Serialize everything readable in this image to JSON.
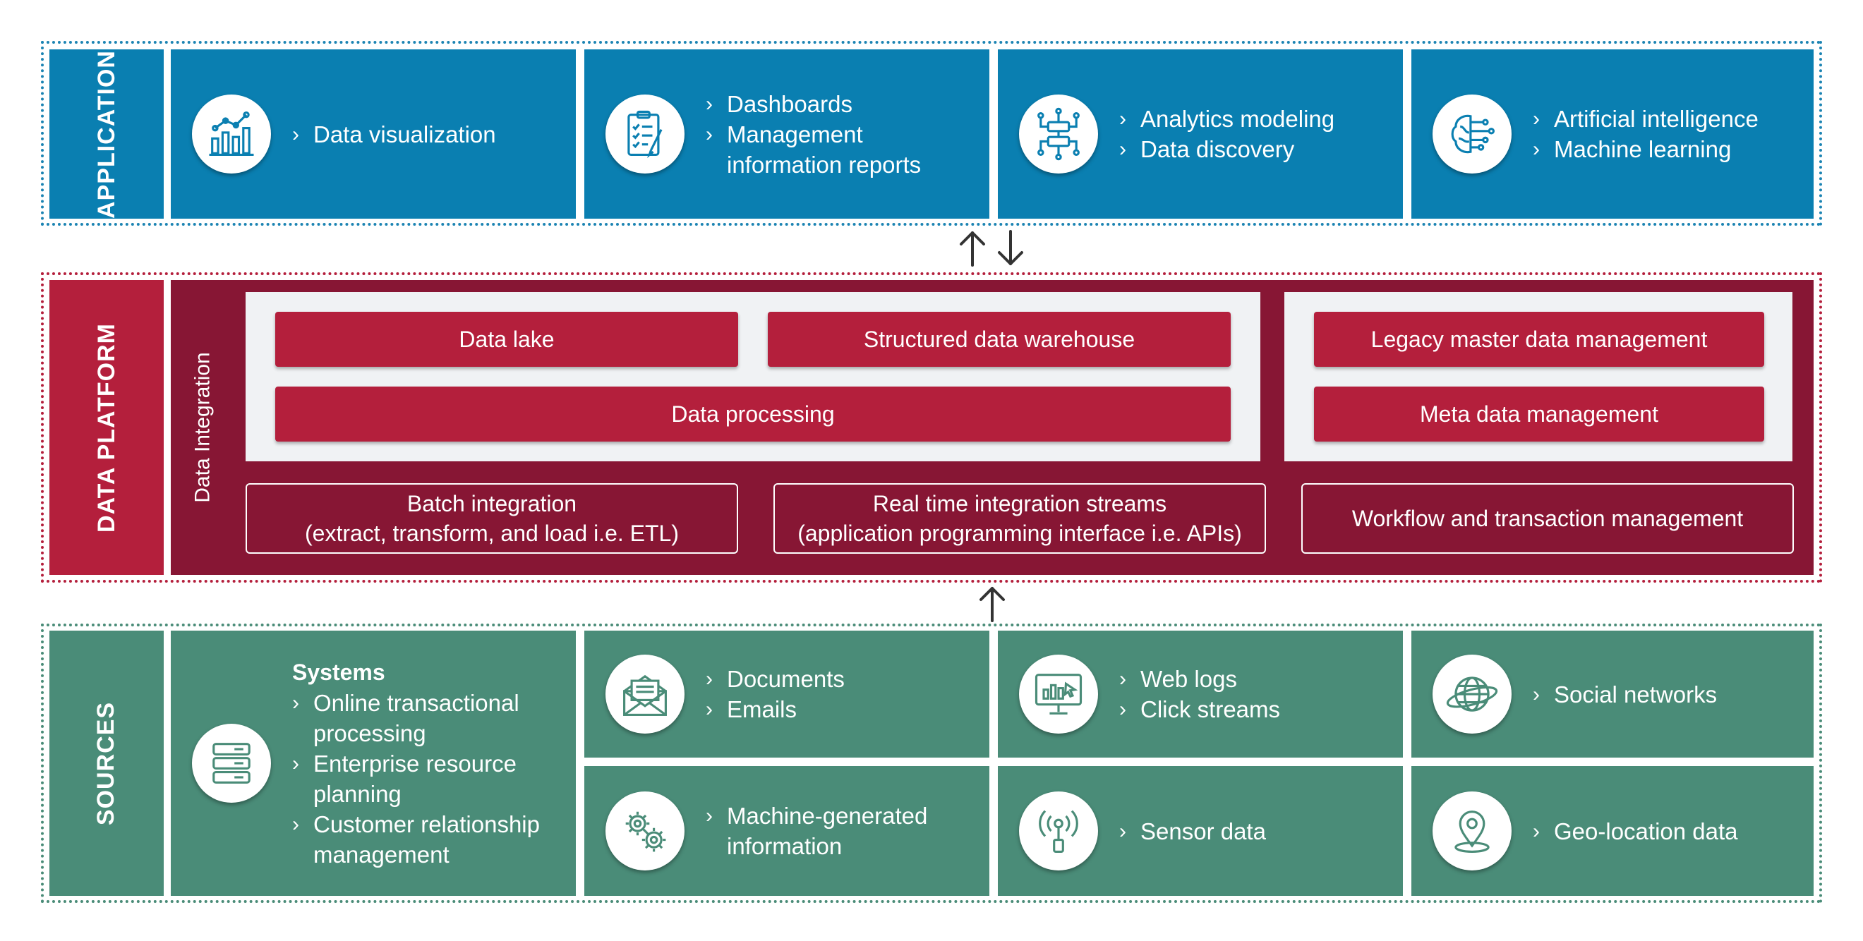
{
  "layers": {
    "application": "APPLICATION",
    "data_platform": "DATA PLATFORM",
    "sources": "SOURCES"
  },
  "application": [
    {
      "icon": "bar-chart-icon",
      "items": [
        "Data visualization"
      ]
    },
    {
      "icon": "clipboard-checklist-icon",
      "items": [
        "Dashboards",
        "Management",
        "information reports"
      ]
    },
    {
      "icon": "circuit-network-icon",
      "items": [
        "Analytics modeling",
        "Data discovery"
      ]
    },
    {
      "icon": "ai-brain-icon",
      "items": [
        "Artificial intelligence",
        "Machine learning"
      ]
    }
  ],
  "data_platform": {
    "integration_label": "Data Integration",
    "storage": [
      "Data lake",
      "Structured data warehouse",
      "Data processing"
    ],
    "management": [
      "Legacy master data management",
      "Meta data management"
    ],
    "integration": [
      {
        "line1": "Batch integration",
        "line2": "(extract, transform, and load i.e. ETL)"
      },
      {
        "line1": "Real time integration streams",
        "line2": "(application programming interface i.e. APIs)"
      },
      {
        "line1": "Workflow and transaction management",
        "line2": ""
      }
    ]
  },
  "sources": {
    "systems": {
      "icon": "server-stack-icon",
      "title": "Systems",
      "items": [
        [
          "Online transactional",
          "processing"
        ],
        [
          "Enterprise resource",
          "planning"
        ],
        [
          "Customer relationship",
          "management"
        ]
      ]
    },
    "tiles": [
      {
        "icon": "envelope-icon",
        "items": [
          "Documents",
          "Emails"
        ]
      },
      {
        "icon": "monitor-chart-icon",
        "items": [
          "Web logs",
          "Click streams"
        ]
      },
      {
        "icon": "globe-icon",
        "items": [
          "Social networks"
        ]
      },
      {
        "icon": "gears-icon",
        "items": [
          "Machine-generated",
          "information"
        ]
      },
      {
        "icon": "sensor-antenna-icon",
        "items": [
          "Sensor data"
        ]
      },
      {
        "icon": "location-pin-icon",
        "items": [
          "Geo-location data"
        ]
      }
    ]
  },
  "colors": {
    "application": "#0a7fb1",
    "data_platform": "#b41f3c",
    "data_platform_bg": "#871634",
    "sources": "#4a8c78"
  }
}
